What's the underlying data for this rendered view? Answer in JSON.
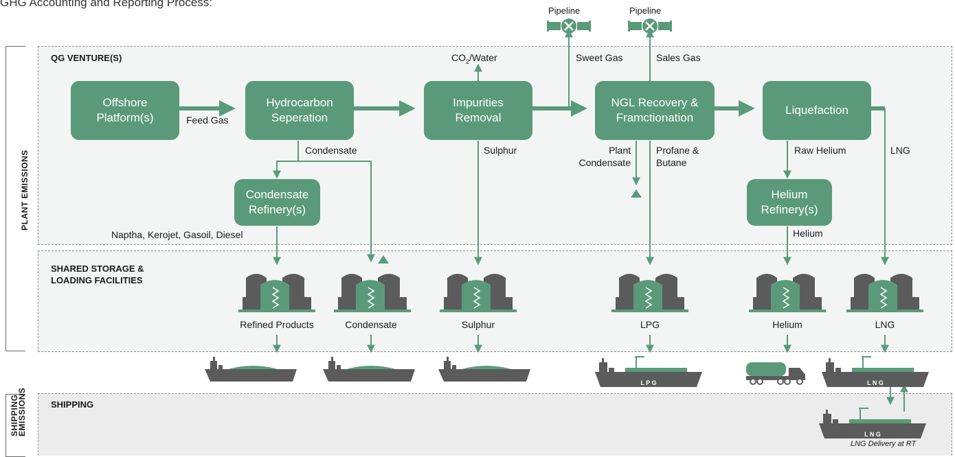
{
  "page_title": "GHG Accounting and Reporting Process:",
  "colors": {
    "green": "#5a9a7a",
    "dark": "#5b5b5b",
    "zone_bg": "#f2f5f4",
    "ship_bg": "#ececec"
  },
  "side_labels": {
    "plant": "PLANT EMISSIONS",
    "shipping": "SHIPPING EMISSIONS"
  },
  "zones": {
    "venture": "QG VENTURE(S)",
    "storage": "SHARED STORAGE &\nLOADING FACILITIES",
    "shipping": "SHIPPING"
  },
  "process_boxes": {
    "offshore": "Offshore\nPlatform(s)",
    "hydrocarbon": "Hydrocarbon\nSeperation",
    "impurities": "Impurities\nRemoval",
    "ngl": "NGL Recovery &\nFramctionation",
    "liquefaction": "Liquefaction",
    "condensate_refinery": "Condensate\nRefinery(s)",
    "helium_refinery": "Helium\nRefinery(s)"
  },
  "flow_labels": {
    "feed_gas": "Feed Gas",
    "condensate": "Condensate",
    "co2_water_pre": "CO",
    "co2_water_sub": "2",
    "co2_water_post": "/Water",
    "sweet_gas": "Sweet Gas",
    "sales_gas": "Sales Gas",
    "sulphur": "Sulphur",
    "plant_condensate": "Plant\nCondensate",
    "profane_butane": "Profane &\nButane",
    "raw_helium": "Raw Helium",
    "lng": "LNG",
    "refined_products_stream": "Naptha, Kerojet, Gasoil, Diesel",
    "helium": "Helium"
  },
  "pipelines": [
    "Pipeline",
    "Pipeline"
  ],
  "storage_tanks": [
    "Refined Products",
    "Condensate",
    "Sulphur",
    "LPG",
    "Helium",
    "LNG"
  ],
  "vessel_hull_text": {
    "lpg": "L P G",
    "lng": "L N G",
    "lng_delivery": "L N G"
  },
  "shipping_caption": "LNG Delivery at RT"
}
